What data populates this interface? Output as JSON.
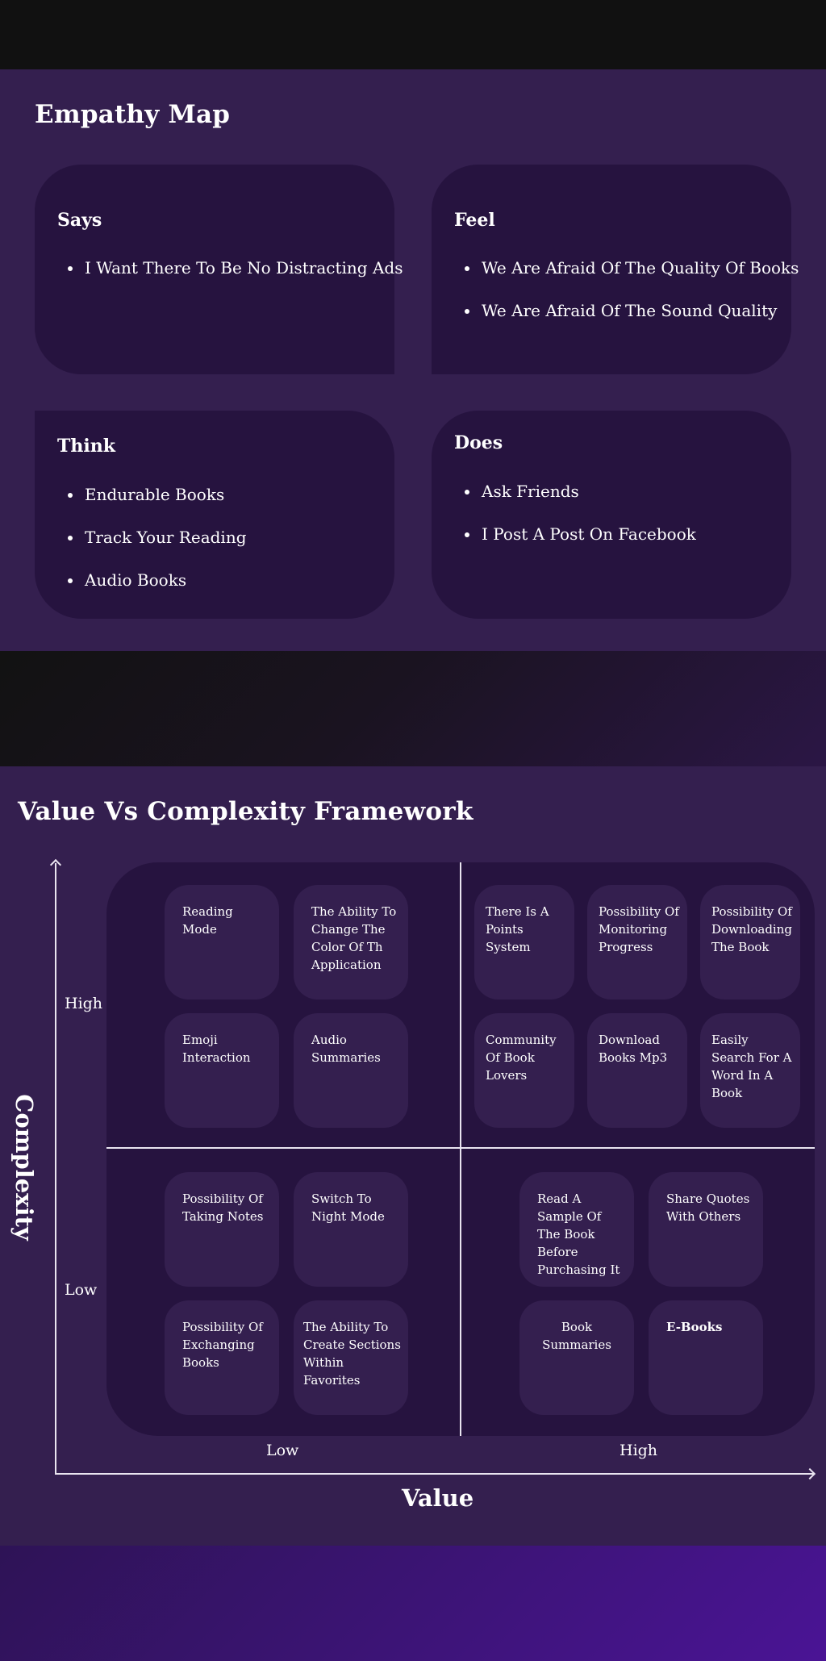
{
  "empathy_map": {
    "title": "Empathy Map",
    "says": {
      "heading": "Says",
      "items": [
        "I Want There To Be No Distracting Ads"
      ]
    },
    "feel": {
      "heading": "Feel",
      "items": [
        "We Are Afraid Of The Quality Of Books",
        "We Are Afraid Of The Sound Quality"
      ]
    },
    "think": {
      "heading": "Think",
      "items": [
        "Endurable Books",
        "Track Your Reading",
        "Audio Books"
      ]
    },
    "does": {
      "heading": "Does",
      "items": [
        "Ask Friends",
        "I Post A Post On Facebook"
      ]
    }
  },
  "framework": {
    "title": "Value Vs Complexity Framework",
    "y_axis": {
      "title": "Complexity",
      "high": "High",
      "low": "Low"
    },
    "x_axis": {
      "title": "Value",
      "low": "Low",
      "high": "High"
    },
    "quadrants": {
      "high_complexity_low_value": [
        "Reading Mode",
        "The Ability To Change The Color Of Th Application",
        "Emoji Interaction",
        "Audio Summaries"
      ],
      "high_complexity_high_value": [
        "There Is A Points System",
        "Possibility Of Monitoring Progress",
        "Possibility Of Downloading The Book",
        "Community Of Book Lovers",
        "Download Books Mp3",
        "Easily Search For A Word In A Book"
      ],
      "low_complexity_low_value": [
        "Possibility Of Taking Notes",
        "Switch To Night Mode",
        "Possibility Of Exchanging Books",
        "The Ability To Create Sections Within Favorites"
      ],
      "low_complexity_high_value": [
        "Read A Sample Of The Book Before Purchasing It",
        "Share Quotes With Others",
        "Book Summaries",
        "E-Books"
      ]
    }
  },
  "colors": {
    "page_bg": "#111111",
    "section_bg": "#341f4f",
    "card_bg": "#26133f",
    "tile_bg": "#341f4f",
    "text": "#ffffff",
    "bottom_band": "#4a1495"
  }
}
